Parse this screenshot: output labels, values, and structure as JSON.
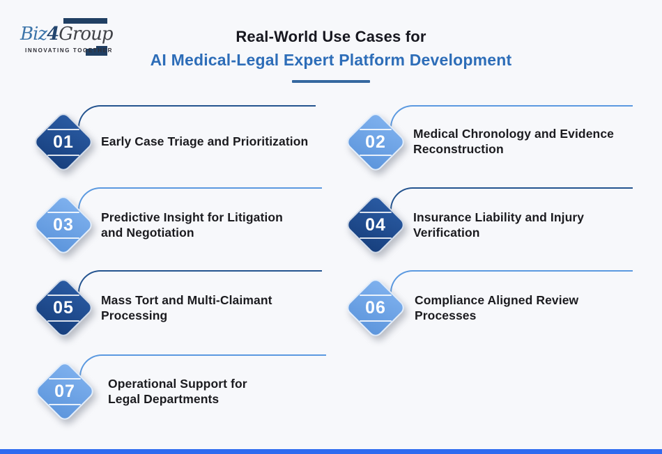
{
  "logo": {
    "name_part1": "Biz",
    "name_part2": "4",
    "name_part3": "Group",
    "tagline": "INNOVATING TOGETHER"
  },
  "title": {
    "line1": "Real-World Use Cases for",
    "line2": "AI Medical-Legal Expert Platform Development"
  },
  "items": [
    {
      "number": "01",
      "label": "Early Case Triage and Prioritization",
      "tone": "dark"
    },
    {
      "number": "02",
      "label": "Medical Chronology and Evidence\nReconstruction",
      "tone": "light"
    },
    {
      "number": "03",
      "label": "Predictive Insight for Litigation\nand Negotiation",
      "tone": "light"
    },
    {
      "number": "04",
      "label": "Insurance Liability and Injury\nVerification",
      "tone": "dark"
    },
    {
      "number": "05",
      "label": "Mass Tort and Multi-Claimant\nProcessing",
      "tone": "dark"
    },
    {
      "number": "06",
      "label": "Compliance Aligned Review\nProcesses",
      "tone": "light"
    },
    {
      "number": "07",
      "label": "Operational Support for\nLegal Departments",
      "tone": "light"
    }
  ],
  "colors": {
    "background": "#f7f8fb",
    "title_accent": "#2d6db8",
    "logo_frame_navy": "#203f63",
    "dark_diamond": "#1d4e93",
    "light_diamond": "#6ba2e5",
    "dark_connector": "#24548f",
    "light_connector": "#5b99e0",
    "bottom_bar": "#2e6bf0"
  }
}
